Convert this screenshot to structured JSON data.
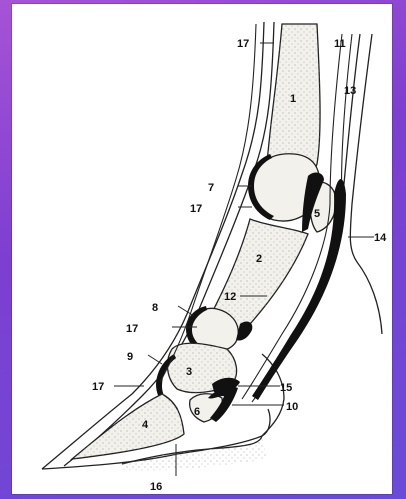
{
  "diagram": {
    "labels": [
      "17",
      "11",
      "1",
      "13",
      "7",
      "17",
      "5",
      "14",
      "2",
      "12",
      "8",
      "17",
      "9",
      "3",
      "15",
      "17",
      "6",
      "10",
      "4",
      "16"
    ]
  }
}
